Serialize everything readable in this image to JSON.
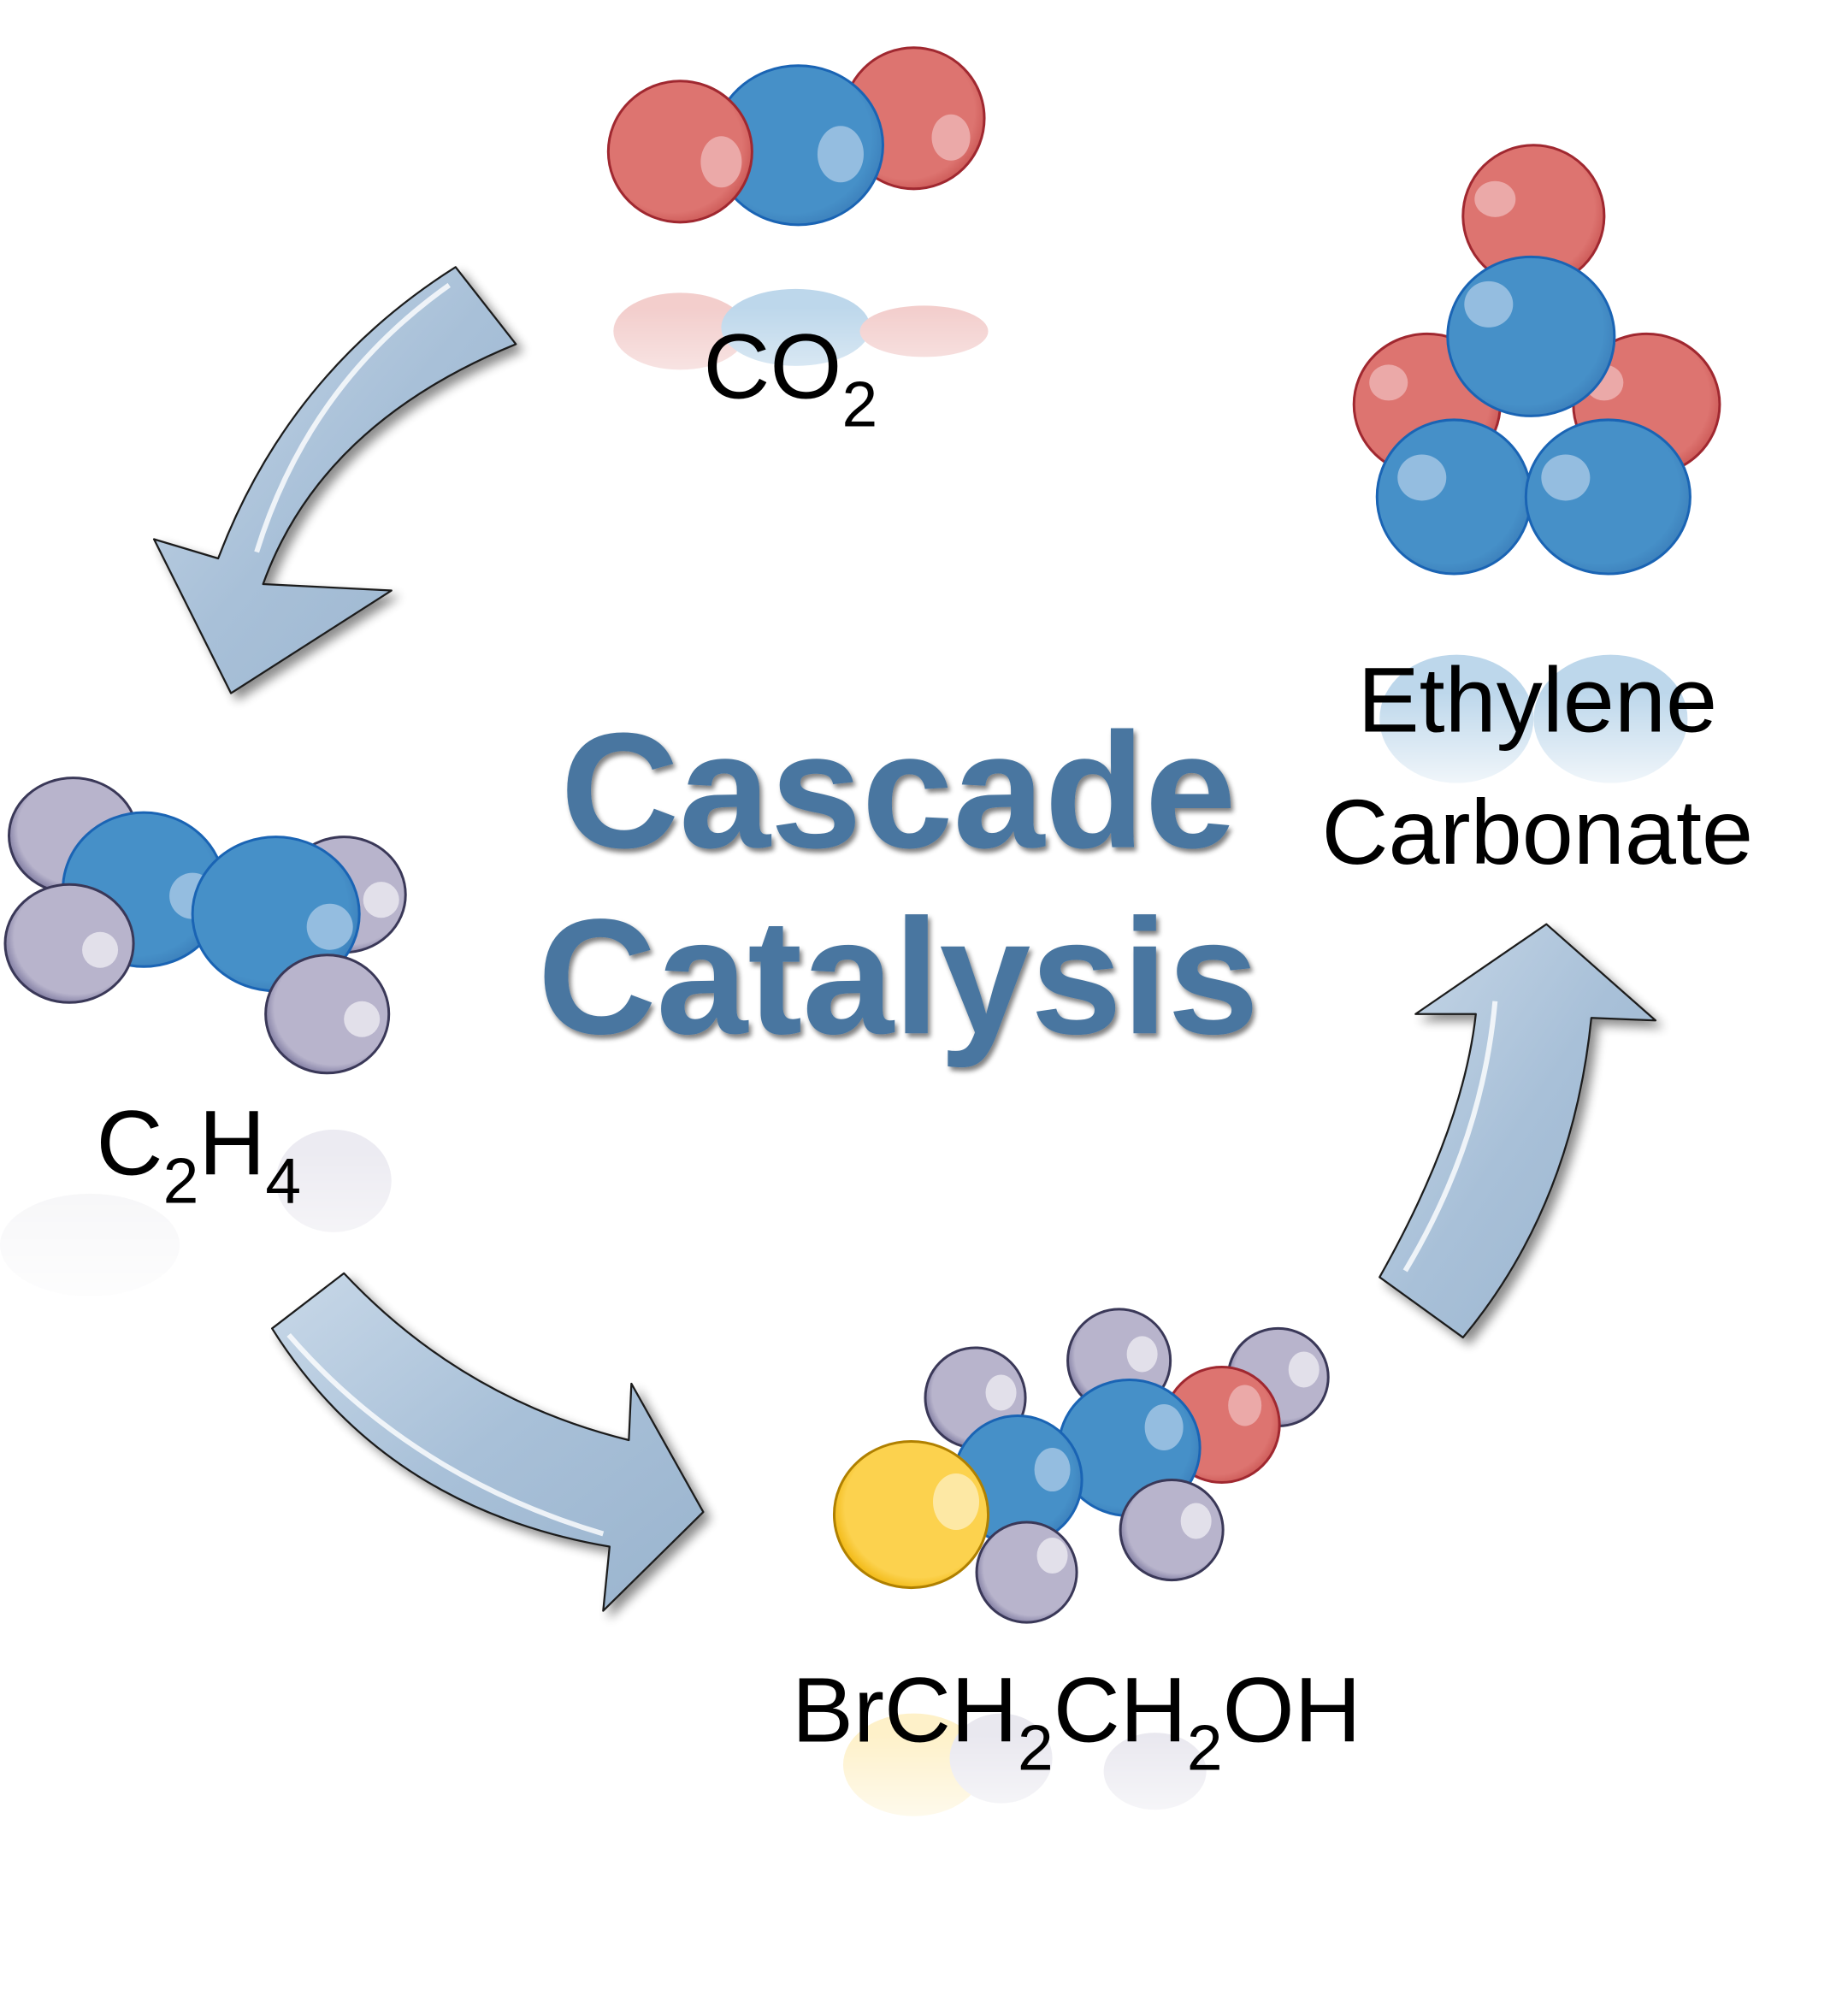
{
  "title": {
    "line1": "Cascade",
    "line2": "Catalysis",
    "color": "#4a76a0"
  },
  "molecules": [
    {
      "id": "co2",
      "label_main": "CO",
      "label_sub": "2",
      "label_tail": "",
      "atoms": [
        "O",
        "C",
        "O"
      ]
    },
    {
      "id": "c2h4",
      "label_parts": [
        {
          "t": "C",
          "sub": false
        },
        {
          "t": "2",
          "sub": true
        },
        {
          "t": "H",
          "sub": false
        },
        {
          "t": "4",
          "sub": true
        }
      ],
      "atoms": [
        "H",
        "H",
        "C",
        "C",
        "H",
        "H"
      ]
    },
    {
      "id": "bromoethanol",
      "label_parts": [
        {
          "t": "BrCH",
          "sub": false
        },
        {
          "t": "2",
          "sub": true
        },
        {
          "t": "CH",
          "sub": false
        },
        {
          "t": "2",
          "sub": true
        },
        {
          "t": "OH",
          "sub": false
        }
      ],
      "atoms": [
        "Br",
        "C",
        "C",
        "O",
        "H",
        "H",
        "H",
        "H",
        "H"
      ]
    },
    {
      "id": "ethylene-carbonate",
      "label_line1": "Ethylene",
      "label_line2": "Carbonate",
      "atoms": [
        "O",
        "C",
        "O",
        "O",
        "C",
        "C"
      ]
    }
  ],
  "labels": {
    "co2": {
      "a": "CO",
      "b": "2"
    },
    "c2h4": {
      "a": "C",
      "b": "2",
      "c": "H",
      "d": "4"
    },
    "bromo": {
      "a": "BrCH",
      "b": "2",
      "c": "CH",
      "d": "2",
      "e": "OH"
    },
    "ec": {
      "l1": "Ethylene",
      "l2": "Carbonate"
    }
  },
  "arrows": [
    {
      "from": "CO2",
      "to": "C2H4"
    },
    {
      "from": "C2H4",
      "to": "BrCH2CH2OH"
    },
    {
      "from": "BrCH2CH2OH",
      "to": "Ethylene Carbonate"
    }
  ],
  "colors": {
    "oxygen": "#dd7470",
    "carbon": "#4690c8",
    "hydrogen": "#b8b4cc",
    "bromine": "#fcd24e",
    "arrow": "#a8c0d8"
  }
}
